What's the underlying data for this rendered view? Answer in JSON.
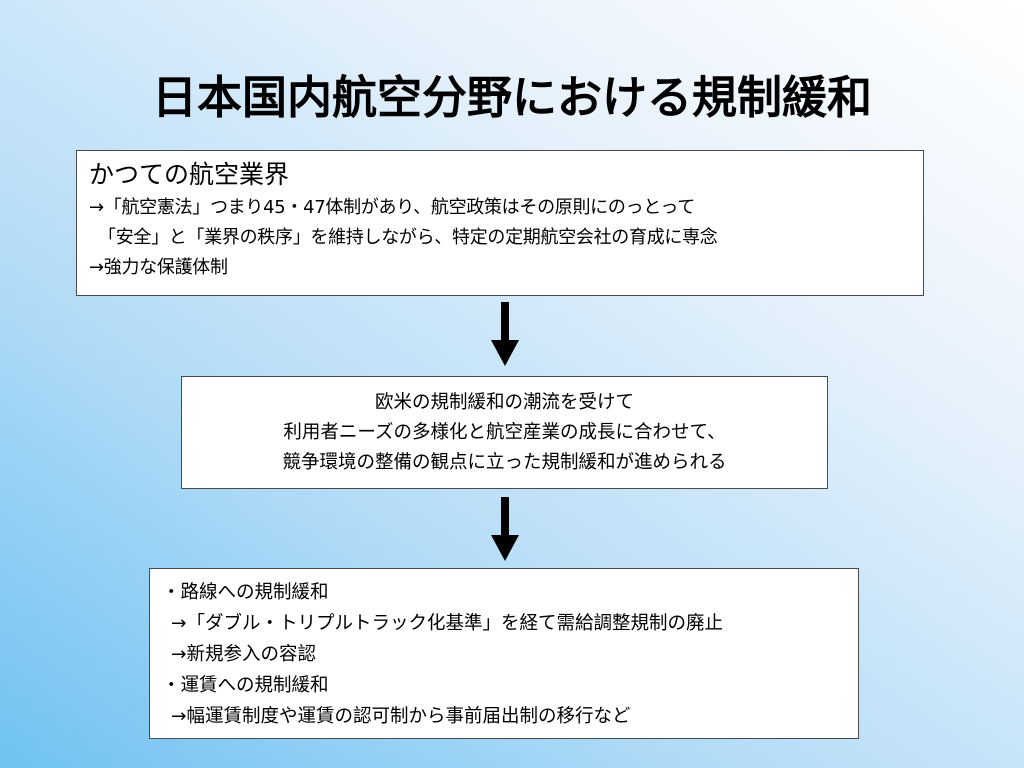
{
  "title": "日本国内航空分野における規制緩和",
  "box1": {
    "heading": "かつての航空業界",
    "lines": [
      "→「航空憲法」つまり45・47体制があり、航空政策はその原則にのっとって",
      "「安全」と「業界の秩序」を維持しながら、特定の定期航空会社の育成に専念",
      "→強力な保護体制"
    ]
  },
  "box2": {
    "lines": [
      "欧米の規制緩和の潮流を受けて",
      "利用者ニーズの多様化と航空産業の成長に合わせて、",
      "競争環境の整備の観点に立った規制緩和が進められる"
    ]
  },
  "box3": {
    "lines": [
      "・路線への規制緩和",
      "→「ダブル・トリプルトラック化基準」を経て需給調整規制の廃止",
      "→新規参入の容認",
      "・運賃への規制緩和",
      "→幅運賃制度や運賃の認可制から事前届出制の移行など"
    ]
  },
  "colors": {
    "arrow": "#000000",
    "box_border": "#4a4a4a",
    "background_light": "#ffffff",
    "background_dark": "#6fc2f1"
  }
}
